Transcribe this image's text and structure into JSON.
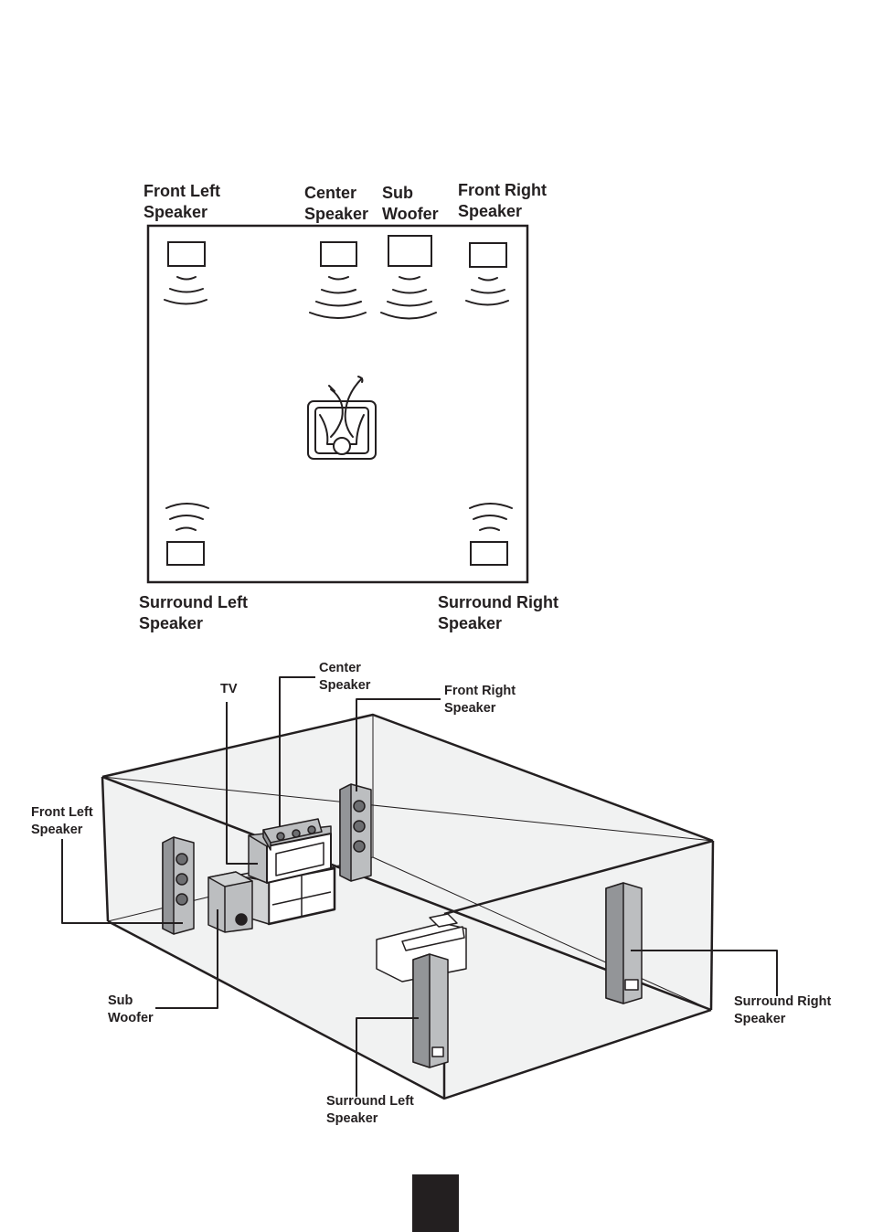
{
  "top_diagram": {
    "front_left": [
      "Front Left",
      "Speaker"
    ],
    "center": [
      "Center",
      "Speaker"
    ],
    "sub": [
      "Sub",
      "Woofer"
    ],
    "front_right": [
      "Front Right",
      "Speaker"
    ],
    "surround_left": [
      "Surround Left",
      "Speaker"
    ],
    "surround_right": [
      "Surround Right",
      "Speaker"
    ]
  },
  "room_diagram": {
    "tv": "TV",
    "center": [
      "Center",
      "Speaker"
    ],
    "front_right": [
      "Front Right",
      "Speaker"
    ],
    "front_left": [
      "Front Left",
      "Speaker"
    ],
    "sub": [
      "Sub",
      "Woofer"
    ],
    "surround_right": [
      "Surround Right",
      "Speaker"
    ],
    "surround_left": [
      "Surround Left",
      "Speaker"
    ]
  },
  "colors": {
    "ink": "#231f20",
    "room_fill": "#f1f2f2",
    "speaker_fill": "#bcbec0"
  }
}
